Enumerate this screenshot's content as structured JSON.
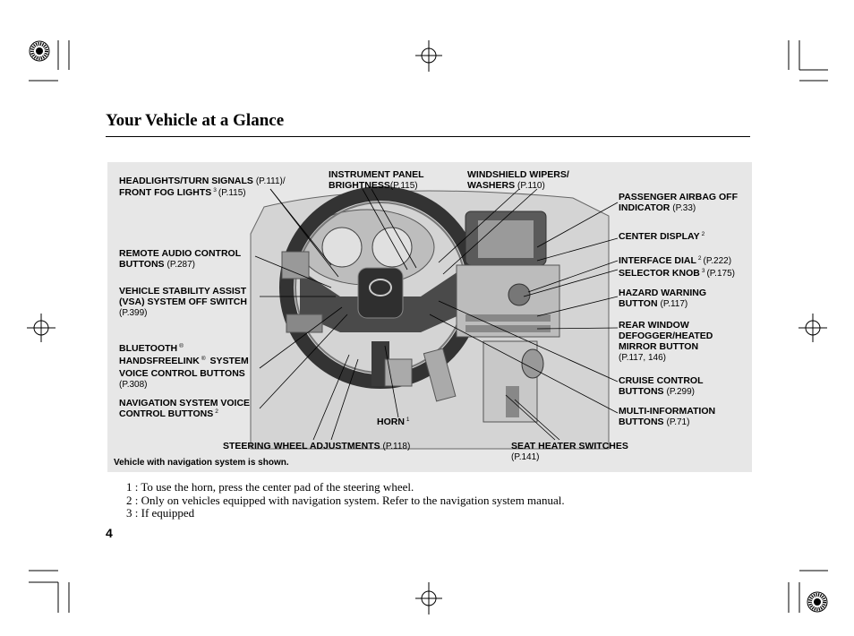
{
  "header": {
    "title": "Your Vehicle at a Glance"
  },
  "callouts": {
    "headlights": {
      "line1": "HEADLIGHTS/TURN SIGNALS",
      "ref1": "(P.111)/",
      "line2": "FRONT FOG LIGHTS",
      "sup": "3",
      "ref2": "(P.115)"
    },
    "instrument": {
      "line1": "INSTRUMENT PANEL",
      "line2": "BRIGHTNESS",
      "ref": "(P.115)"
    },
    "wipers": {
      "line1": "WINDSHIELD WIPERS/",
      "line2": "WASHERS",
      "ref": "(P.110)"
    },
    "airbag": {
      "line1": "PASSENGER AIRBAG OFF",
      "line2": "INDICATOR",
      "ref": "(P.33)"
    },
    "remote_audio": {
      "line1": "REMOTE AUDIO CONTROL",
      "line2": "BUTTONS",
      "ref": "(P.287)"
    },
    "center_display": {
      "line1": "CENTER DISPLAY",
      "sup": "2"
    },
    "interface_dial": {
      "line1": "INTERFACE DIAL",
      "sup1": "2",
      "ref1": "(P.222)",
      "line2": "SELECTOR KNOB",
      "sup2": "3",
      "ref2": "(P.175)"
    },
    "vsa": {
      "line1": "VEHICLE STABILITY ASSIST",
      "line2": "(VSA) SYSTEM OFF SWITCH",
      "ref": "(P.399)"
    },
    "hazard": {
      "line1": "HAZARD WARNING",
      "line2": "BUTTON",
      "ref": "(P.117)"
    },
    "rear_defogger": {
      "line1": "REAR WINDOW",
      "line2": "DEFOGGER/HEATED",
      "line3": "MIRROR BUTTON",
      "ref": "(P.117, 146)"
    },
    "bluetooth": {
      "line1": "BLUETOOTH",
      "reg": "®",
      "line2a": "HANDSFREELINK",
      "line2b": " SYSTEM",
      "line3": "VOICE CONTROL BUTTONS",
      "ref": "(P.308)"
    },
    "cruise": {
      "line1": "CRUISE CONTROL",
      "line2": "BUTTONS",
      "ref": "(P.299)"
    },
    "nav_voice": {
      "line1": "NAVIGATION SYSTEM VOICE",
      "line2": "CONTROL BUTTONS",
      "sup": "2"
    },
    "multi_info": {
      "line1": "MULTI-INFORMATION",
      "line2": "BUTTONS",
      "ref": "(P.71)"
    },
    "horn": {
      "line1": "HORN",
      "sup": "1"
    },
    "steering": {
      "line1": "STEERING WHEEL ADJUSTMENTS",
      "ref": "(P.118)"
    },
    "seat_heater": {
      "line1": "SEAT HEATER SWITCHES",
      "ref": "(P.141)"
    }
  },
  "figure_note": "Vehicle with navigation system is shown.",
  "footnotes": [
    "1 :  To use the horn, press the center pad of the steering wheel.",
    "2 :  Only on vehicles equipped with navigation system. Refer to the navigation system manual.",
    "3 :  If equipped"
  ],
  "page_number": "4"
}
